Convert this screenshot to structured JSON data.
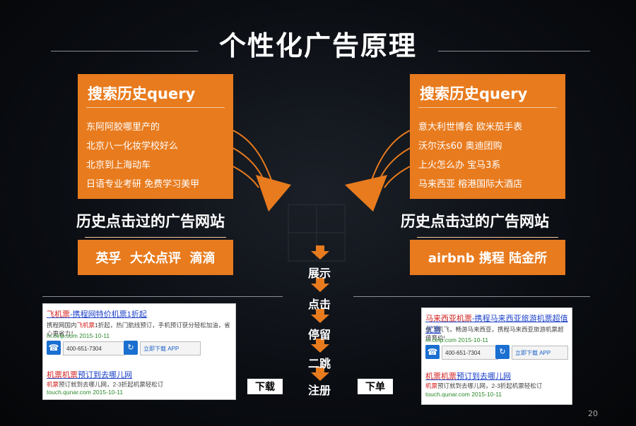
{
  "title": "个性化广告原理",
  "left": {
    "search_header": "搜索历史query",
    "queries": [
      "东阿阿胶哪里产的",
      "北京八一化妆学校好么",
      "北京到上海动车",
      "日语专业考研 免费学习美甲"
    ],
    "clicked_title": "历史点击过的广告网站",
    "sites": "英孚  大众点评  滴滴"
  },
  "right": {
    "search_header": "搜索历史query",
    "queries": [
      "意大利世博会 欧米茄手表",
      "沃尔沃s60 奥迪团购",
      "上火怎么办 宝马3系",
      "马来西亚 榕港国际大酒店"
    ],
    "clicked_title": "历史点击过的广告网站",
    "sites": "airbnb 携程 陆金所"
  },
  "flow_steps": [
    "展示",
    "点击",
    "停留",
    "二跳",
    "注册"
  ],
  "actions": {
    "download": "下载",
    "order": "下单"
  },
  "ad_left": {
    "ad1_title_red": "飞机票",
    "ad1_title_rest": "-携程网特价机票1折起",
    "ad1_desc_a": "携程网国内",
    "ad1_desc_red": "飞机票",
    "ad1_desc_b": "1折起，热门航线预订，手机预订获分轻松加油，省心更省力！",
    "ad1_url": "m.ctrip.com 2015-10-11",
    "phone": "400-651-7304",
    "app": "立即下载 APP",
    "ad2_title_red": "机票机票",
    "ad2_title_rest": "预订到去哪儿网",
    "ad2_desc_red": "机票",
    "ad2_desc_b": "预订就到去哪儿网，2-3折起机票轻松订",
    "ad2_url": "touch.qunar.com 2015-10-11"
  },
  "ad_right": {
    "ad1_title_red": "马来西亚机票",
    "ad1_title_rest": "-携程马来西亚旅游机票超值优惠",
    "ad1_desc_a": "坐飞机飞，畅游马来西亚，携程马来西亚旅游机票超值育价!",
    "ad1_url": "m.ctrip.com 2015-10-11",
    "phone": "400-651-7304",
    "app": "立即下载 APP",
    "ad2_title_red": "机票机票",
    "ad2_title_rest": "预订到去哪儿网",
    "ad2_desc_red": "机票",
    "ad2_desc_b": "预订就到去哪儿网，2-3折起机票轻松订",
    "ad2_url": "touch.qunar.com 2015-10-11"
  },
  "page_number": "20",
  "colors": {
    "orange": "#e87b1e",
    "background": "#0a0d12"
  }
}
